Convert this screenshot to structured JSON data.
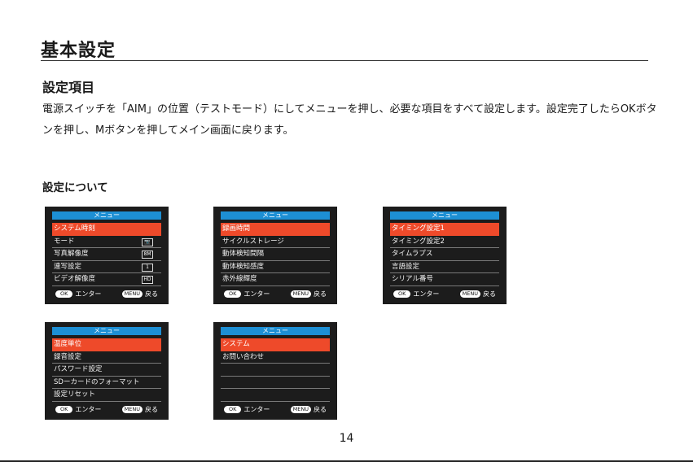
{
  "title": "基本設定",
  "section_heading": "設定項目",
  "body_text": "電源スイッチを「AIM」の位置（テストモード）にしてメニューを押し、必要な項目をすべて設定します。設定完了したらOKボタンを押し、Mボタンを押してメイン画面に戻ります。",
  "sub_heading": "設定について",
  "page_number": "14",
  "screen_common": {
    "header": "メニュー",
    "ok_label": "OK",
    "enter_label": "エンター",
    "menu_label": "MENU",
    "back_label": "戻る"
  },
  "screens": [
    {
      "items": [
        {
          "label": "システム時刻",
          "icon": ""
        },
        {
          "label": "モード",
          "icon": "📷"
        },
        {
          "label": "写真解像度",
          "icon": "8M"
        },
        {
          "label": "連写設定",
          "icon": "1"
        },
        {
          "label": "ビデオ解像度",
          "icon": "HD"
        }
      ]
    },
    {
      "items": [
        {
          "label": "録画時間",
          "icon": ""
        },
        {
          "label": "サイクルストレージ",
          "icon": ""
        },
        {
          "label": "動体検知間隔",
          "icon": ""
        },
        {
          "label": "動体検知感度",
          "icon": ""
        },
        {
          "label": "赤外線輝度",
          "icon": ""
        }
      ]
    },
    {
      "items": [
        {
          "label": "タイミング設定1",
          "icon": ""
        },
        {
          "label": "タイミング設定2",
          "icon": ""
        },
        {
          "label": "タイムラプス",
          "icon": ""
        },
        {
          "label": "言語設定",
          "icon": ""
        },
        {
          "label": "シリアル番号",
          "icon": ""
        }
      ]
    },
    {
      "items": [
        {
          "label": "温度単位",
          "icon": ""
        },
        {
          "label": "録音設定",
          "icon": ""
        },
        {
          "label": "パスワード設定",
          "icon": ""
        },
        {
          "label": "SDーカードのフォーマット",
          "icon": ""
        },
        {
          "label": "設定リセット",
          "icon": ""
        }
      ]
    },
    {
      "items": [
        {
          "label": "システム",
          "icon": ""
        },
        {
          "label": "お問い合わせ",
          "icon": ""
        },
        {
          "label": "",
          "icon": ""
        },
        {
          "label": "",
          "icon": ""
        },
        {
          "label": "",
          "icon": ""
        }
      ]
    }
  ]
}
